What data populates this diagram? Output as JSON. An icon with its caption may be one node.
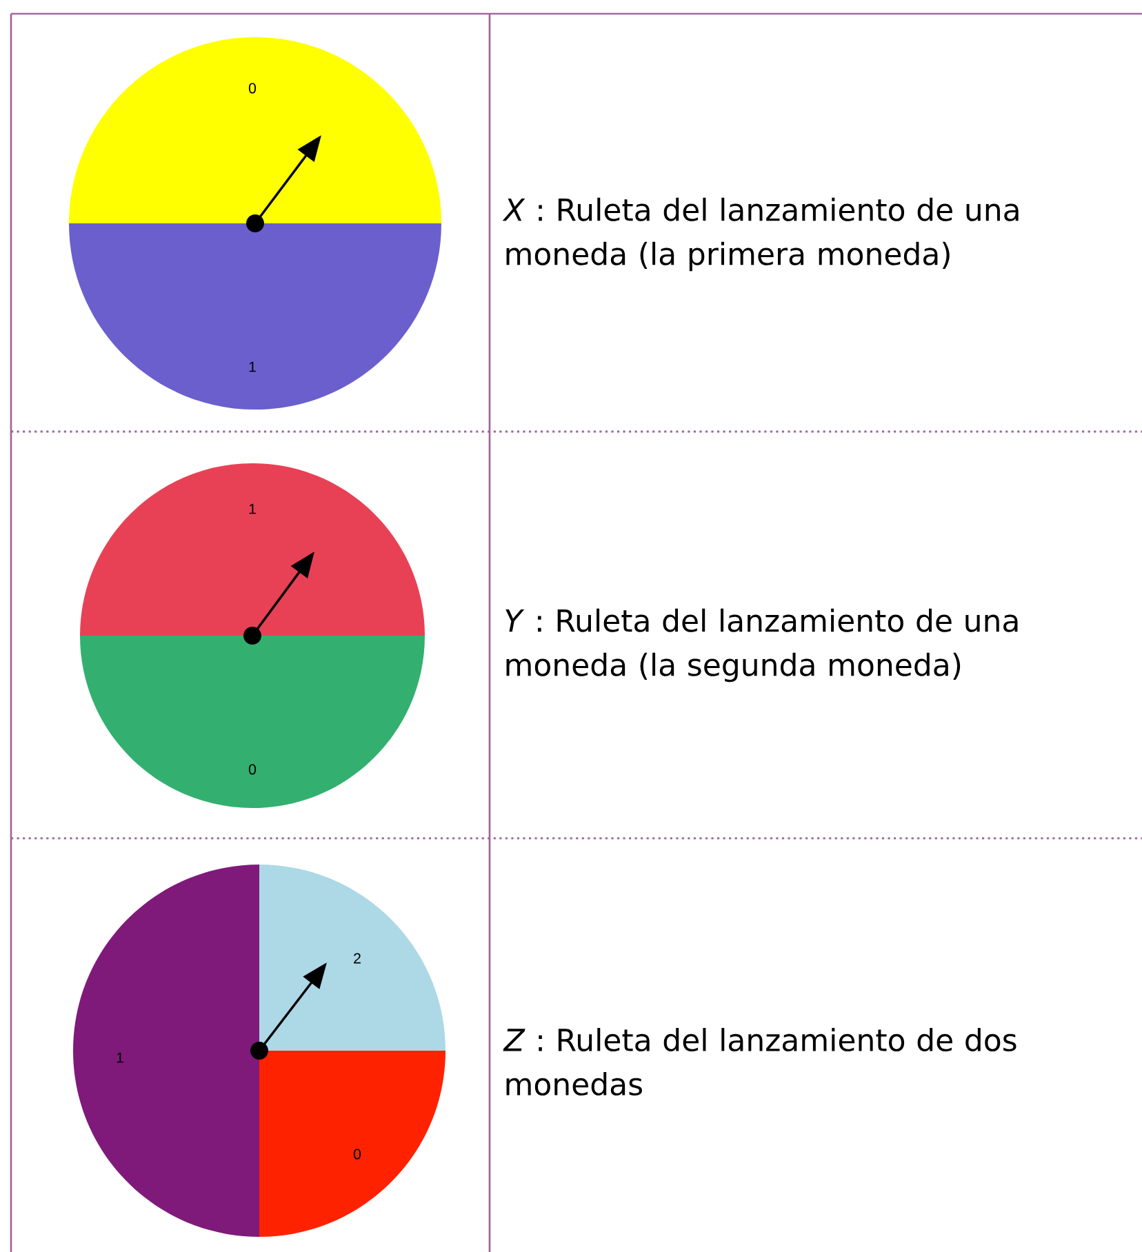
{
  "diagram": {
    "nodes": [
      {
        "text": [
          "0"
        ]
      },
      {
        "text": [
          "1"
        ]
      },
      {
        "text": [
          "1"
        ]
      },
      {
        "text": [
          "0"
        ]
      },
      {
        "text": [
          "2"
        ]
      },
      {
        "text": [
          "1"
        ]
      },
      {
        "text": [
          "0"
        ]
      }
    ],
    "labels": [
      "*X* : Ruleta del lanzamiento de una moneda (la primera moneda)",
      "*Y* : Ruleta del lanzamiento de una moneda (la segunda moneda)",
      "*Z* : Ruleta del lanzamiento de dos monedas"
    ]
  }
}
